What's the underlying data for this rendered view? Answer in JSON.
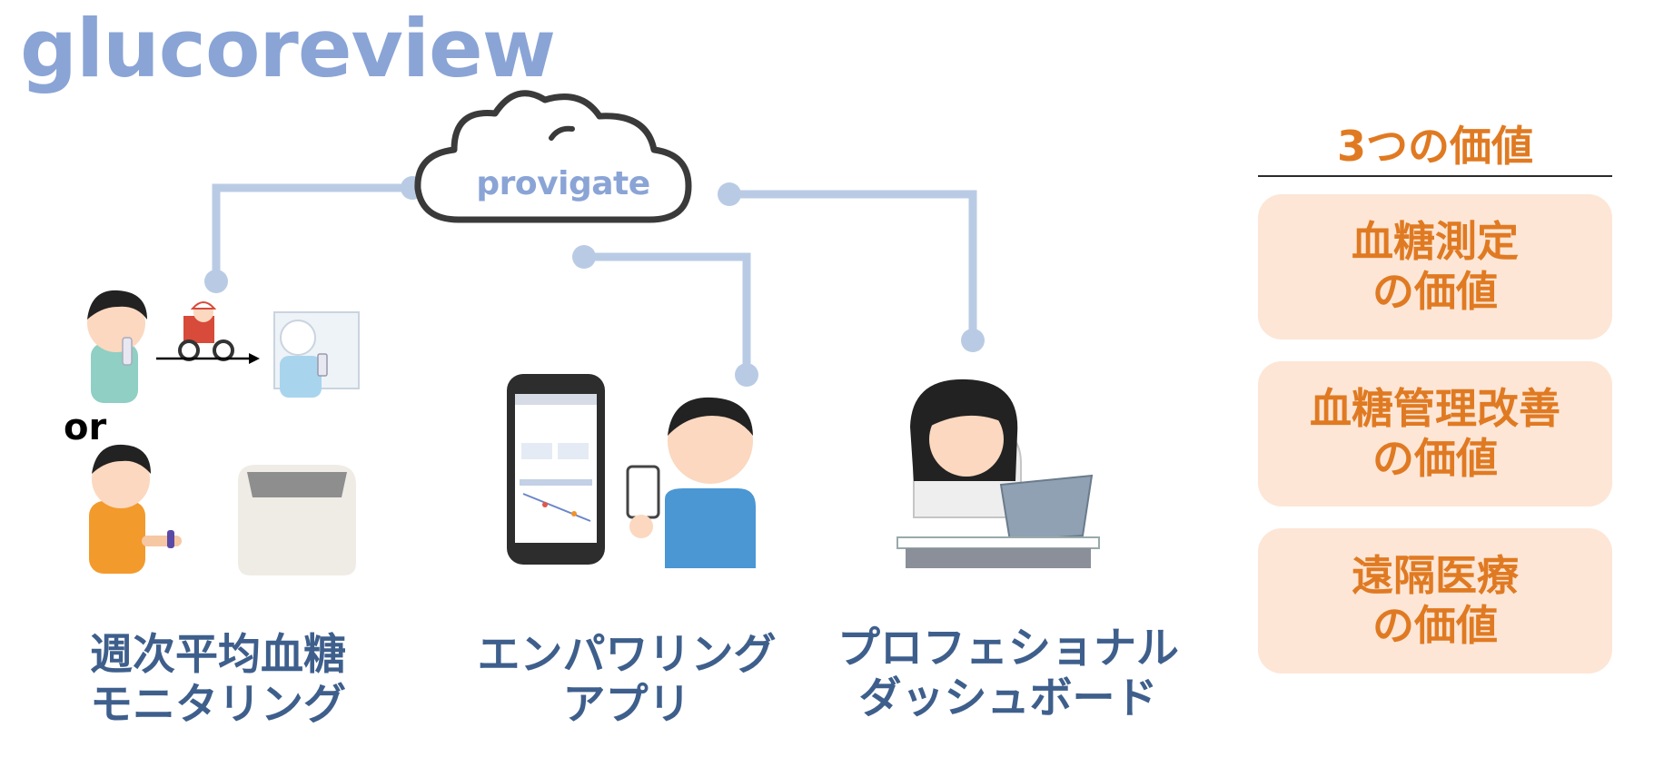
{
  "brand": "glucoreview",
  "cloud": {
    "label": "provigate"
  },
  "or_label": "or",
  "columns": [
    {
      "line1": "週次平均血糖",
      "line2": "モニタリング"
    },
    {
      "line1": "エンパワリング",
      "line2": "アプリ"
    },
    {
      "line1": "プロフェショナル",
      "line2": "ダッシュボード"
    }
  ],
  "values": {
    "title": "3つの価値",
    "items": [
      {
        "line1": "血糖測定",
        "line2": "の価値"
      },
      {
        "line1": "血糖管理改善",
        "line2": "の価値"
      },
      {
        "line1": "遠隔医療",
        "line2": "の価値"
      }
    ]
  },
  "colors": {
    "brand": "#8aa4d6",
    "connector": "#b9cbe4",
    "caption": "#3e5f8c",
    "accent": "#e07a22",
    "value_box": "#fde6d6"
  }
}
